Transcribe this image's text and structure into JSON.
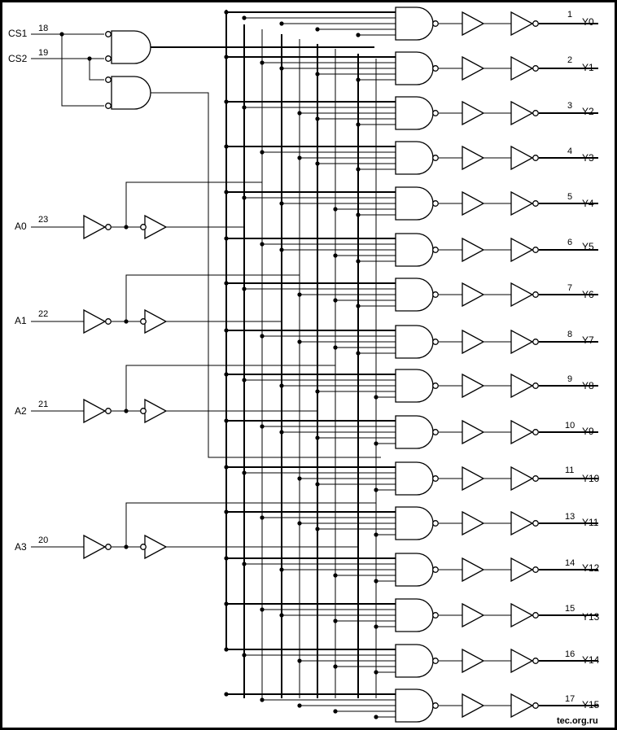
{
  "watermark": "tec.org.ru",
  "enable_inputs": [
    {
      "name": "CS1",
      "pin": "18"
    },
    {
      "name": "CS2",
      "pin": "19"
    }
  ],
  "address_inputs": [
    {
      "name": "A0",
      "pin": "23"
    },
    {
      "name": "A1",
      "pin": "22"
    },
    {
      "name": "A2",
      "pin": "21"
    },
    {
      "name": "A3",
      "pin": "20"
    }
  ],
  "outputs": [
    {
      "name": "Y0",
      "pin": "1"
    },
    {
      "name": "Y1",
      "pin": "2"
    },
    {
      "name": "Y2",
      "pin": "3"
    },
    {
      "name": "Y3",
      "pin": "4"
    },
    {
      "name": "Y4",
      "pin": "5"
    },
    {
      "name": "Y5",
      "pin": "6"
    },
    {
      "name": "Y6",
      "pin": "7"
    },
    {
      "name": "Y7",
      "pin": "8"
    },
    {
      "name": "Y8",
      "pin": "9"
    },
    {
      "name": "Y9",
      "pin": "10"
    },
    {
      "name": "Y10",
      "pin": "11"
    },
    {
      "name": "Y11",
      "pin": "13"
    },
    {
      "name": "Y12",
      "pin": "14"
    },
    {
      "name": "Y13",
      "pin": "15"
    },
    {
      "name": "Y14",
      "pin": "16"
    },
    {
      "name": "Y15",
      "pin": "17"
    }
  ]
}
